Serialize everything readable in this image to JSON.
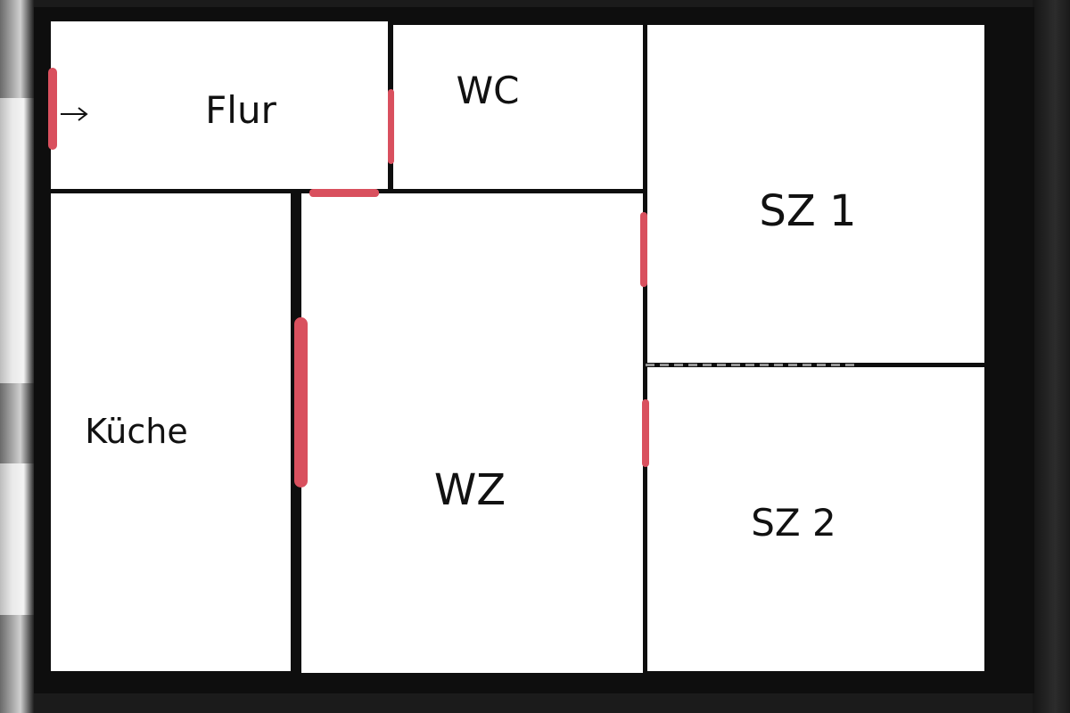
{
  "rooms": {
    "flur": "Flur",
    "wc": "WC",
    "sz1": "SZ 1",
    "kueche": "Küche",
    "wz": "WZ",
    "sz2": "SZ 2"
  },
  "colors": {
    "wall": "#0e0e0e",
    "room_fill": "#ffffff",
    "door": "#d9505e"
  },
  "icons": {
    "entry": "right-arrow-icon"
  }
}
